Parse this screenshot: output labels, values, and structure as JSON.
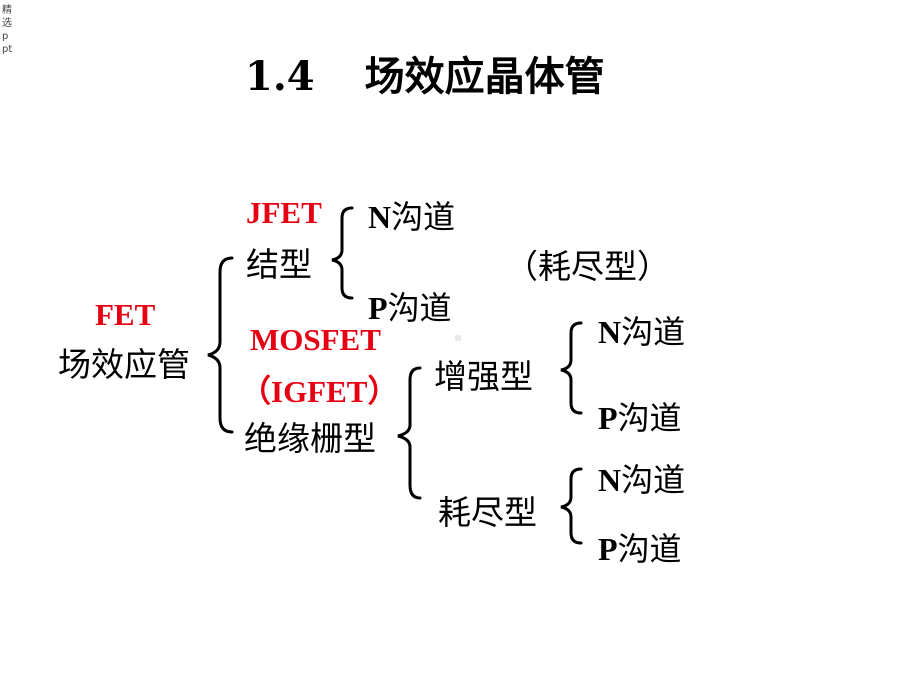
{
  "corner_text": "精选ppt",
  "title": {
    "number": "1.4",
    "text": "场效应晶体管"
  },
  "root": {
    "abbr": "FET",
    "name": "场效应管"
  },
  "jfet": {
    "abbr": "JFET",
    "name": "结型",
    "channels": [
      {
        "letter": "N",
        "label": "沟道"
      },
      {
        "letter": "P",
        "label": "沟道"
      }
    ],
    "note": "（耗尽型）"
  },
  "mosfet": {
    "abbr": "MOSFET",
    "alt": "（IGFET）",
    "name": "绝缘栅型",
    "enhancement": {
      "name": "增强型",
      "channels": [
        {
          "letter": "N",
          "label": "沟道"
        },
        {
          "letter": "P",
          "label": "沟道"
        }
      ]
    },
    "depletion": {
      "name": "耗尽型",
      "channels": [
        {
          "letter": "N",
          "label": "沟道"
        },
        {
          "letter": "P",
          "label": "沟道"
        }
      ]
    }
  },
  "colors": {
    "accent": "#e60012",
    "text": "#000000"
  }
}
